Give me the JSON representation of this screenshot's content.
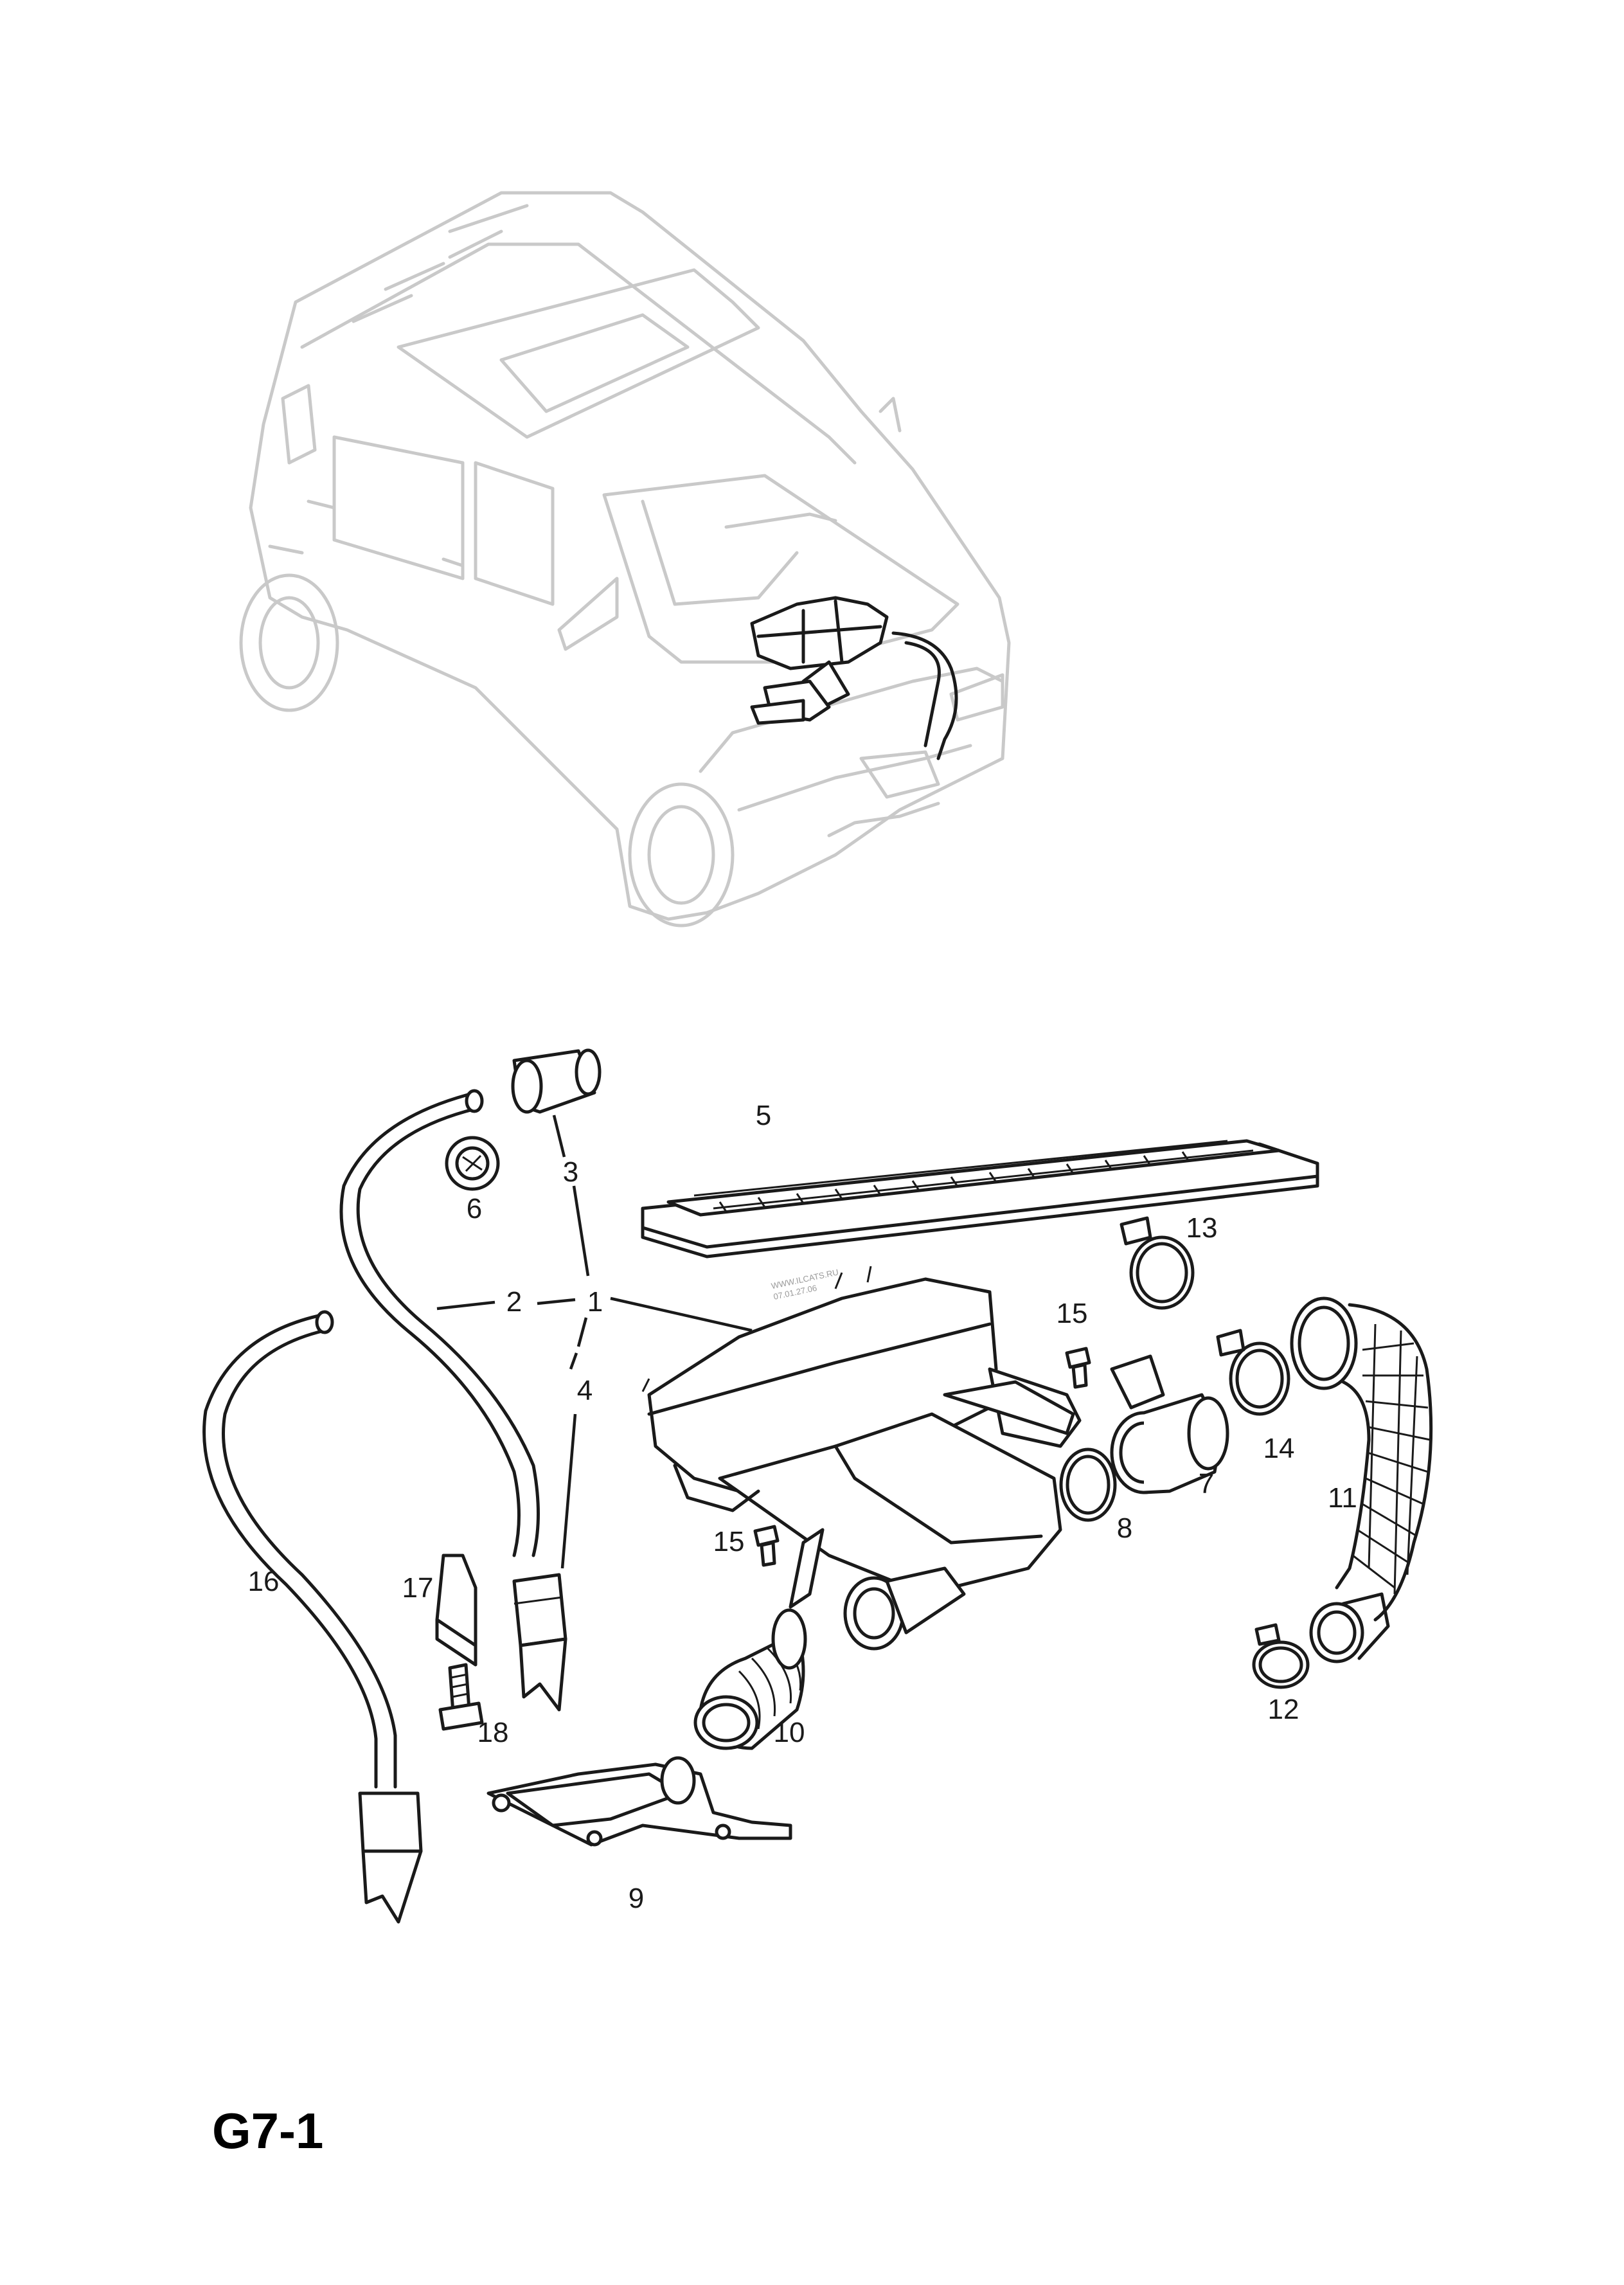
{
  "diagram_ref": "G7-1",
  "watermark": {
    "line1": "WWW.ILCATS.RU",
    "line2": "07.01.27.06"
  },
  "callouts": {
    "c1": "1",
    "c2": "2",
    "c3": "3",
    "c4": "4",
    "c5": "5",
    "c6": "6",
    "c7": "7",
    "c8": "8",
    "c9": "9",
    "c10": "10",
    "c11": "11",
    "c12": "12",
    "c13": "13",
    "c14": "14",
    "c15a": "15",
    "c15b": "15",
    "c16": "16",
    "c17": "17",
    "c18": "18"
  }
}
